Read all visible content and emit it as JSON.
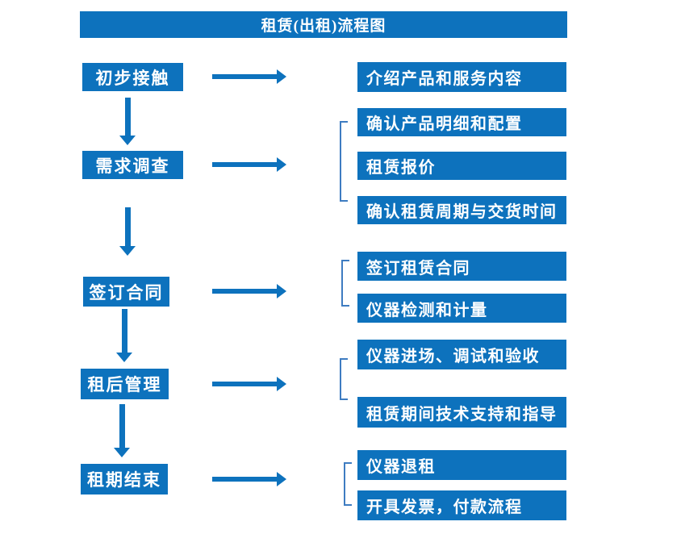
{
  "flow": {
    "title": "租赁(出租)流程图",
    "stages": [
      {
        "label": "初步接触",
        "details": [
          "介绍产品和服务内容"
        ]
      },
      {
        "label": "需求调查",
        "details": [
          "确认产品明细和配置",
          "租赁报价",
          "确认租赁周期与交货时间"
        ]
      },
      {
        "label": "签订合同",
        "details": [
          "签订租赁合同",
          "仪器检测和计量"
        ]
      },
      {
        "label": "租后管理",
        "details": [
          "仪器进场、调试和验收",
          "租赁期间技术支持和指导"
        ]
      },
      {
        "label": "租期结束",
        "details": [
          "仪器退租",
          "开具发票，付款流程"
        ]
      }
    ]
  },
  "colors": {
    "primary_blue": "#0d72bd",
    "bracket_blue": "#3e7cc1",
    "text_white": "#ffffff",
    "background": "#ffffff"
  }
}
